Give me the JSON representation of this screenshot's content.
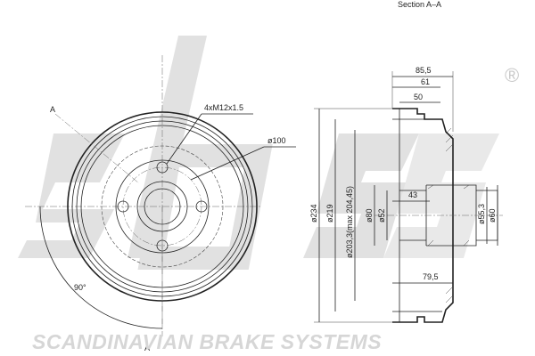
{
  "section_title": "Section A–A",
  "brand": {
    "tagline": "SCANDINAVIAN BRAKE SYSTEMS",
    "logo_text": "sbs",
    "registered": "®",
    "watermark_color": "#d9d9d9"
  },
  "front_view": {
    "bolt_note": "4xM12x1.5",
    "pcd": "ø100",
    "angle": "90°",
    "section_mark": "A"
  },
  "section_view": {
    "width_total": "85,5",
    "width_61": "61",
    "width_50": "50",
    "hub_depth": "43",
    "flange_width": "79,5",
    "dia_outer": "ø234",
    "dia_219": "ø219",
    "dia_braking": "ø203,3(max 204,45)",
    "dia_80": "ø80",
    "dia_52": "ø52",
    "dia_55_3": "ø55,3",
    "dia_60": "ø60"
  }
}
